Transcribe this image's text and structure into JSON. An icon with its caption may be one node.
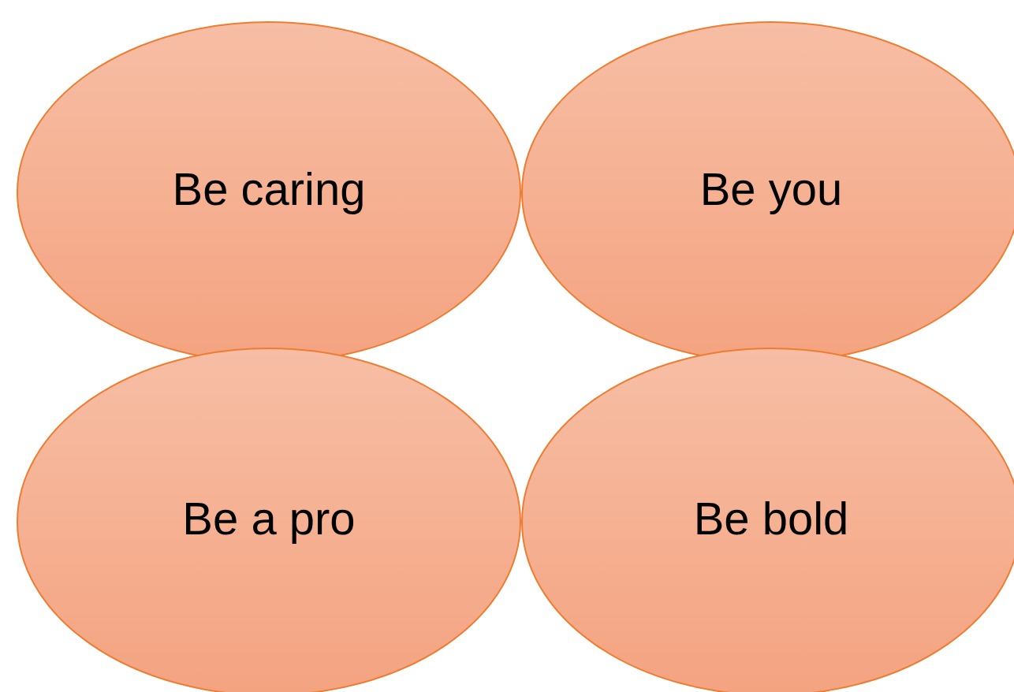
{
  "diagram": {
    "nodes": [
      {
        "text": [
          "Be caring"
        ]
      },
      {
        "text": [
          "Be you"
        ]
      },
      {
        "text": [
          "Be a pro"
        ]
      },
      {
        "text": [
          "Be bold"
        ]
      }
    ]
  }
}
